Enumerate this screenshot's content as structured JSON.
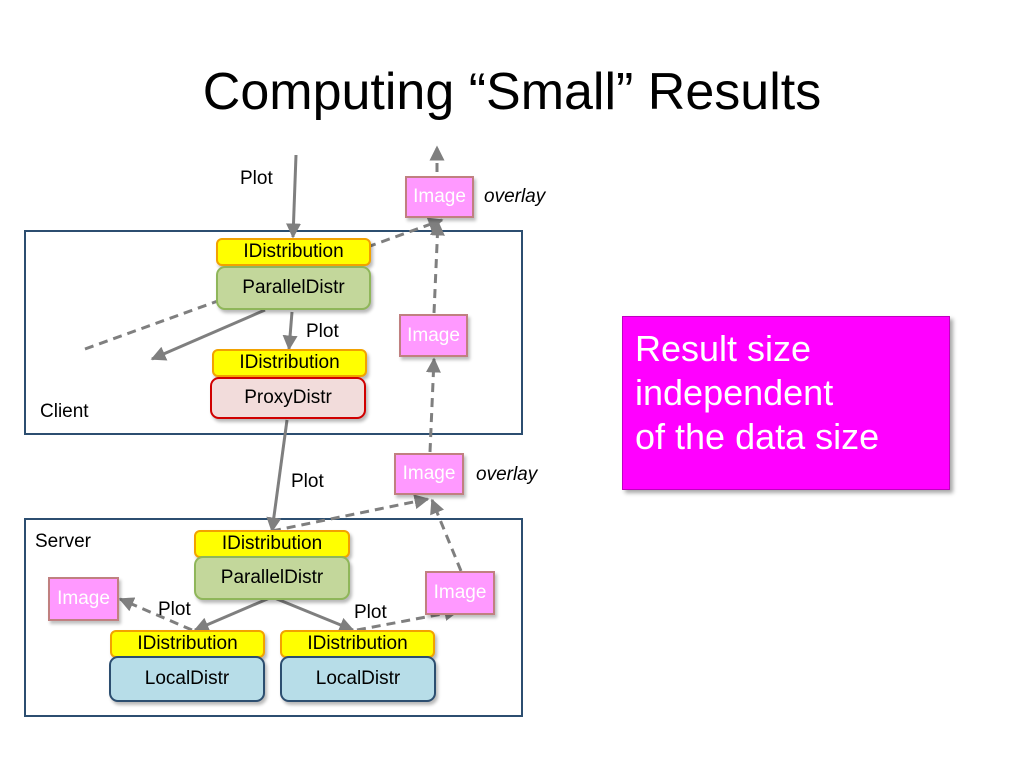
{
  "title": "Computing “Small” Results",
  "labels": {
    "plot": "Plot",
    "overlay": "overlay",
    "client": "Client",
    "server": "Server"
  },
  "boxes": {
    "idistribution": "IDistribution",
    "parallel_distr": "ParallelDistr",
    "proxy_distr": "ProxyDistr",
    "local_distr": "LocalDistr",
    "image": "Image"
  },
  "callout": {
    "lines": [
      "Result size",
      "independent",
      "of the data size"
    ]
  },
  "colors": {
    "callout_bg": "#ff00ff",
    "image_bg": "#ff99ff",
    "idistribution_bg": "#ffff00",
    "parallel_bg": "#c3d79b",
    "proxy_bg": "#f2dcdb",
    "local_bg": "#b7dde8",
    "container_border": "#2c4e70",
    "arrow": "#7f7f7f"
  }
}
